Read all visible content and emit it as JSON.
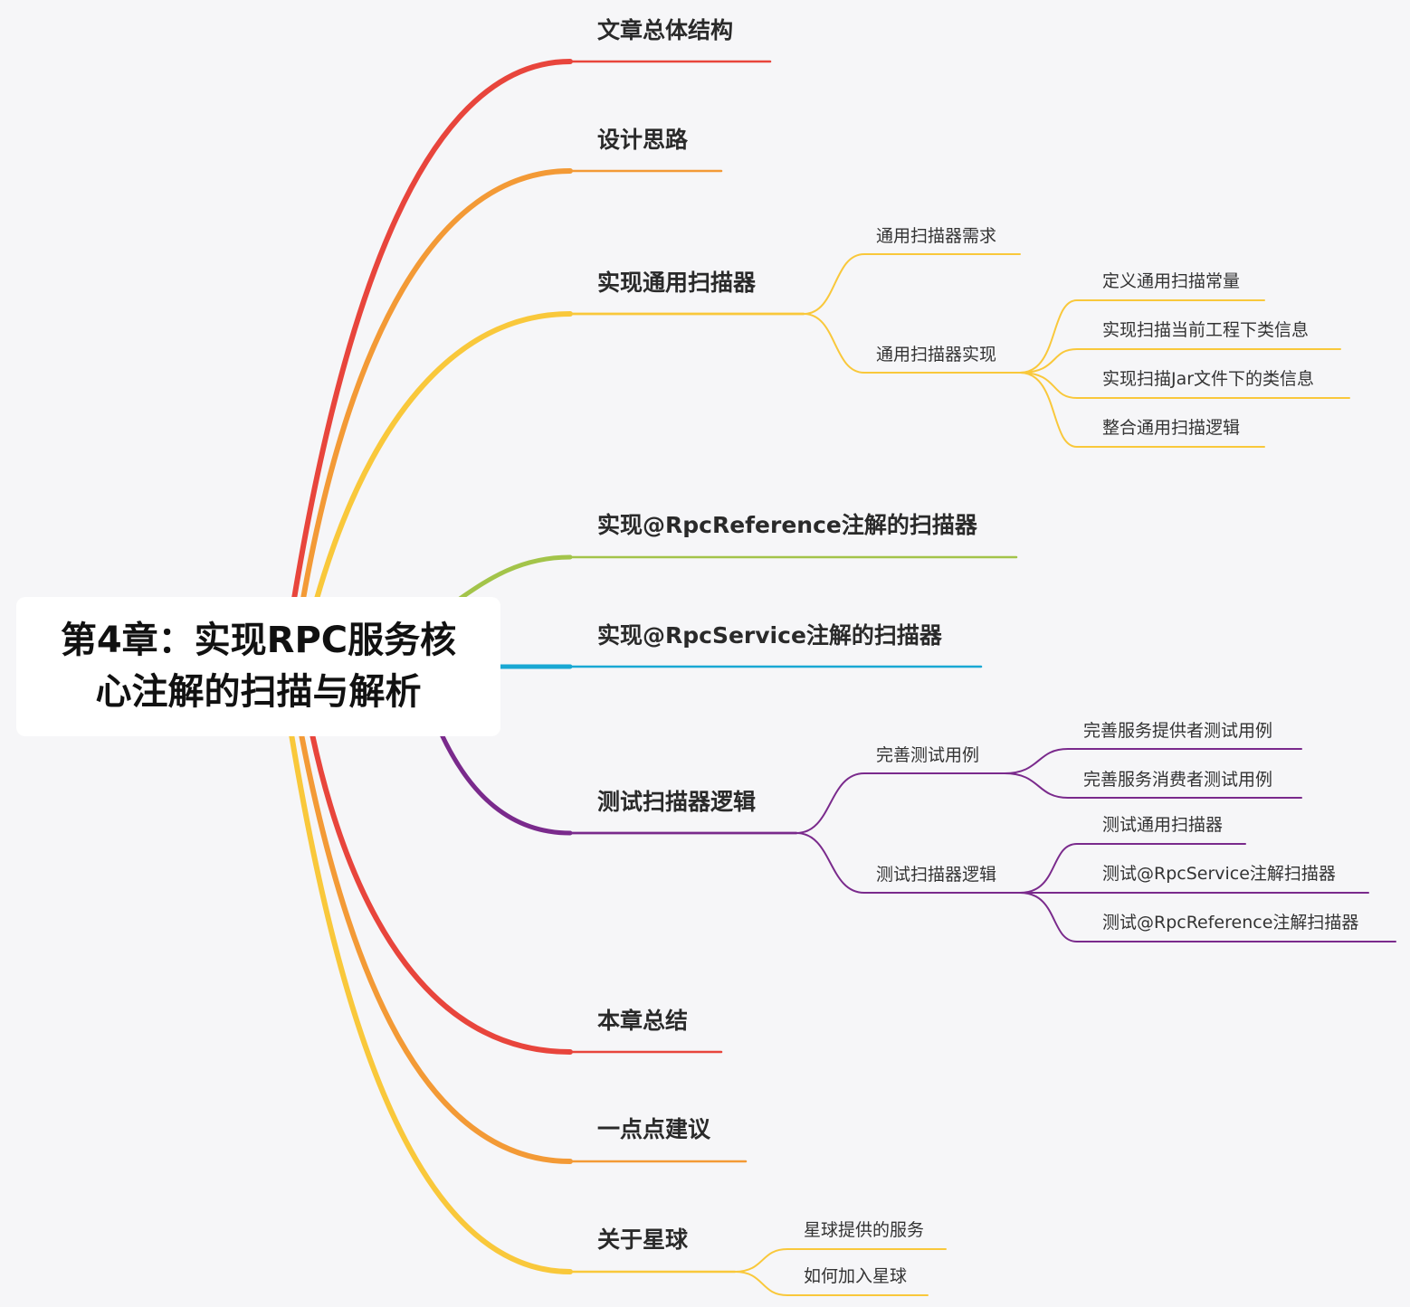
{
  "root": {
    "title": "第4章：实现RPC服务核心注解的扫描与解析"
  },
  "branches": [
    {
      "label": "文章总体结构",
      "color": "#e8453c"
    },
    {
      "label": "设计思路",
      "color": "#f39a36"
    },
    {
      "label": "实现通用扫描器",
      "color": "#f9c83b",
      "children": [
        {
          "label": "通用扫描器需求"
        },
        {
          "label": "通用扫描器实现",
          "children": [
            {
              "label": "定义通用扫描常量"
            },
            {
              "label": "实现扫描当前工程下类信息"
            },
            {
              "label": "实现扫描Jar文件下的类信息"
            },
            {
              "label": "整合通用扫描逻辑"
            }
          ]
        }
      ]
    },
    {
      "label": "实现@RpcReference注解的扫描器",
      "color": "#a3c44a"
    },
    {
      "label": "实现@RpcService注解的扫描器",
      "color": "#19a8d3"
    },
    {
      "label": "测试扫描器逻辑",
      "color": "#7a2a8c",
      "children": [
        {
          "label": "完善测试用例",
          "children": [
            {
              "label": "完善服务提供者测试用例"
            },
            {
              "label": "完善服务消费者测试用例"
            }
          ]
        },
        {
          "label": "测试扫描器逻辑",
          "children": [
            {
              "label": "测试通用扫描器"
            },
            {
              "label": "测试@RpcService注解扫描器"
            },
            {
              "label": "测试@RpcReference注解扫描器"
            }
          ]
        }
      ]
    },
    {
      "label": "本章总结",
      "color": "#e8453c"
    },
    {
      "label": "一点点建议",
      "color": "#f39a36"
    },
    {
      "label": "关于星球",
      "color": "#f9c83b",
      "children": [
        {
          "label": "星球提供的服务"
        },
        {
          "label": "如何加入星球"
        }
      ]
    }
  ]
}
